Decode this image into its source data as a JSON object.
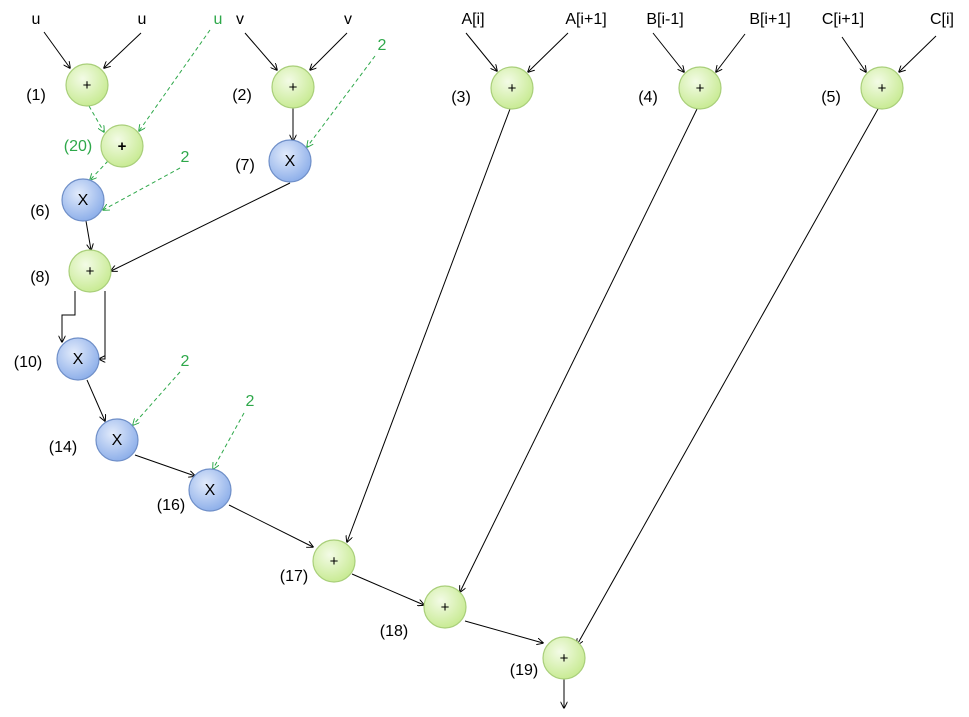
{
  "inputs": [
    {
      "id": "in_u1",
      "text": "u"
    },
    {
      "id": "in_u2",
      "text": "u"
    },
    {
      "id": "in_u3",
      "text": "u"
    },
    {
      "id": "in_v1",
      "text": "v"
    },
    {
      "id": "in_v2",
      "text": "v"
    },
    {
      "id": "in_c2a",
      "text": "2"
    },
    {
      "id": "in_c2b",
      "text": "2"
    },
    {
      "id": "in_c2c",
      "text": "2"
    },
    {
      "id": "in_c2d",
      "text": "2"
    },
    {
      "id": "in_ai",
      "text": "A[i]"
    },
    {
      "id": "in_ai1",
      "text": "A[i+1]"
    },
    {
      "id": "in_bim1",
      "text": "B[i-1]"
    },
    {
      "id": "in_bi1",
      "text": "B[i+1]"
    },
    {
      "id": "in_ci1",
      "text": "C[i+1]"
    },
    {
      "id": "in_ci",
      "text": "C[i]"
    }
  ],
  "nodes": [
    {
      "id": "n1",
      "label": "(1)",
      "op": "+",
      "kind": "add"
    },
    {
      "id": "n2",
      "label": "(2)",
      "op": "+",
      "kind": "add"
    },
    {
      "id": "n3",
      "label": "(3)",
      "op": "+",
      "kind": "add"
    },
    {
      "id": "n4",
      "label": "(4)",
      "op": "+",
      "kind": "add"
    },
    {
      "id": "n5",
      "label": "(5)",
      "op": "+",
      "kind": "add"
    },
    {
      "id": "n20",
      "label": "(20)",
      "op": "+",
      "kind": "add"
    },
    {
      "id": "n6",
      "label": "(6)",
      "op": "X",
      "kind": "mul"
    },
    {
      "id": "n7",
      "label": "(7)",
      "op": "X",
      "kind": "mul"
    },
    {
      "id": "n8",
      "label": "(8)",
      "op": "+",
      "kind": "add"
    },
    {
      "id": "n10",
      "label": "(10)",
      "op": "X",
      "kind": "mul"
    },
    {
      "id": "n14",
      "label": "(14)",
      "op": "X",
      "kind": "mul"
    },
    {
      "id": "n16",
      "label": "(16)",
      "op": "X",
      "kind": "mul"
    },
    {
      "id": "n17",
      "label": "(17)",
      "op": "+",
      "kind": "add"
    },
    {
      "id": "n18",
      "label": "(18)",
      "op": "+",
      "kind": "add"
    },
    {
      "id": "n19",
      "label": "(19)",
      "op": "+",
      "kind": "add"
    }
  ],
  "edges": [
    {
      "from": "in_u1",
      "to": "n1"
    },
    {
      "from": "in_u2",
      "to": "n1"
    },
    {
      "from": "in_v1",
      "to": "n2"
    },
    {
      "from": "in_v2",
      "to": "n2"
    },
    {
      "from": "in_ai",
      "to": "n3"
    },
    {
      "from": "in_ai1",
      "to": "n3"
    },
    {
      "from": "in_bim1",
      "to": "n4"
    },
    {
      "from": "in_bi1",
      "to": "n4"
    },
    {
      "from": "in_ci1",
      "to": "n5"
    },
    {
      "from": "in_ci",
      "to": "n5"
    },
    {
      "from": "n1",
      "to": "n20",
      "style": "dashed"
    },
    {
      "from": "in_u3",
      "to": "n20",
      "style": "dashed"
    },
    {
      "from": "n20",
      "to": "n6",
      "style": "dashed"
    },
    {
      "from": "in_c2b",
      "to": "n6",
      "style": "dashed"
    },
    {
      "from": "n2",
      "to": "n7"
    },
    {
      "from": "in_c2a",
      "to": "n7",
      "style": "dashed"
    },
    {
      "from": "n6",
      "to": "n8"
    },
    {
      "from": "n7",
      "to": "n8"
    },
    {
      "from": "n8",
      "to": "n10"
    },
    {
      "from": "n8",
      "to": "n10"
    },
    {
      "from": "n10",
      "to": "n14"
    },
    {
      "from": "in_c2c",
      "to": "n14",
      "style": "dashed"
    },
    {
      "from": "n14",
      "to": "n16"
    },
    {
      "from": "in_c2d",
      "to": "n16",
      "style": "dashed"
    },
    {
      "from": "n16",
      "to": "n17"
    },
    {
      "from": "n3",
      "to": "n17"
    },
    {
      "from": "n17",
      "to": "n18"
    },
    {
      "from": "n4",
      "to": "n18"
    },
    {
      "from": "n18",
      "to": "n19"
    },
    {
      "from": "n5",
      "to": "n19"
    },
    {
      "from": "n19",
      "to": "out"
    }
  ],
  "colors": {
    "add_fill_light": "#f3fbe6",
    "add_fill_dark": "#c9eb95",
    "add_stroke": "#a9cf7a",
    "mul_fill_light": "#e2ebfb",
    "mul_fill_dark": "#8fb0ea",
    "mul_stroke": "#6f8fc8",
    "dashed_edge": "#2ea84a",
    "edge": "#000000"
  }
}
